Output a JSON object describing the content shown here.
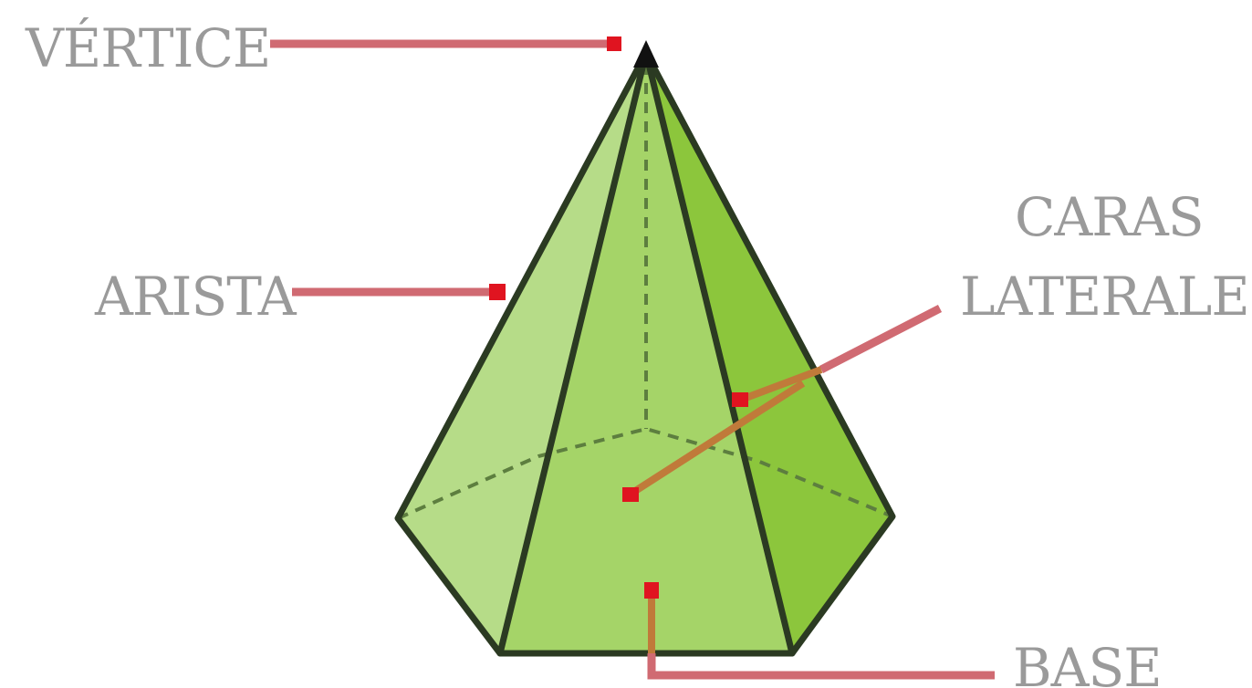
{
  "labels": {
    "vertex": "VÉRTICE",
    "edge": "ARISTA",
    "lateral_faces_line1": "CARAS",
    "lateral_faces_line2": "LATERALES",
    "base": "BASE"
  },
  "colors": {
    "face_light": "#b6dc88",
    "face_mid": "#a5d468",
    "face_dark": "#8cc63c",
    "edge": "#2b3a22",
    "pointer_red": "#d06a72",
    "pointer_brown": "#c07a3a",
    "marker": "#e01420",
    "label_text": "#9a9a9a"
  }
}
